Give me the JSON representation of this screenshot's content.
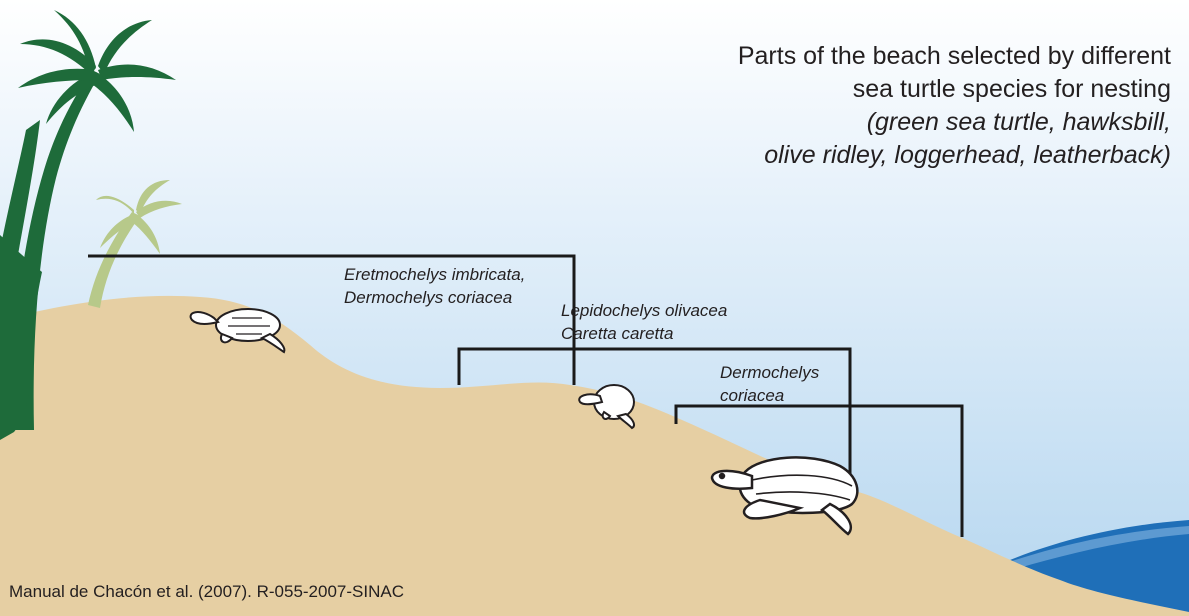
{
  "title": {
    "line1": "Parts of the beach selected by different",
    "line2": "sea turtle species for nesting",
    "line3": "(green sea turtle, hawksbill,",
    "line4": "olive ridley, loggerhead, leatherback)"
  },
  "zones": [
    {
      "line1": "Eretmochelys imbricata,",
      "line2": "Dermochelys coriacea"
    },
    {
      "line1": "Lepidochelys olivacea",
      "line2": "Caretta caretta"
    },
    {
      "line1": "Dermochelys",
      "line2": "coriacea"
    }
  ],
  "citation": "Manual de Chacón et al. (2007). R-055-2007-SINAC",
  "colors": {
    "sky": "#bad9f0",
    "sand": "#e6cfa3",
    "sea": "#1f6fb8",
    "palm_dark": "#1e6b3a",
    "palm_light": "#b7c98a",
    "bracket": "#1a1a1a"
  }
}
